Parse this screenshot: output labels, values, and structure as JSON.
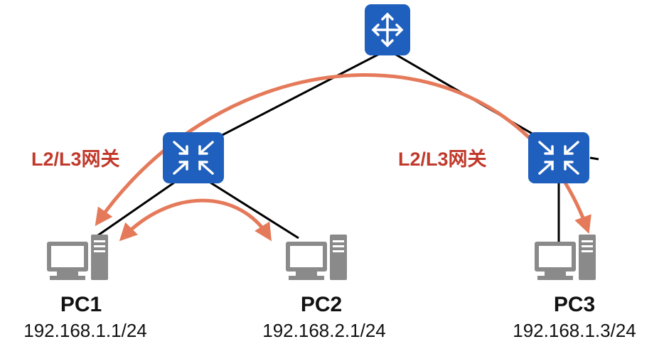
{
  "colors": {
    "device_blue": "#1f5fbd",
    "link_black": "#000000",
    "traffic_arrow": "#e57a5a",
    "gateway_label": "#c0392b",
    "pc_gray": "#8a8a8a"
  },
  "devices": {
    "router": {
      "icon": "router-icon"
    },
    "switch_left": {
      "icon": "l3-switch-icon",
      "label": "L2/L3网关"
    },
    "switch_right": {
      "icon": "l3-switch-icon",
      "label": "L2/L3网关"
    }
  },
  "hosts": [
    {
      "name": "PC1",
      "ip": "192.168.1.1/24",
      "icon": "pc-icon"
    },
    {
      "name": "PC2",
      "ip": "192.168.2.1/24",
      "icon": "pc-icon"
    },
    {
      "name": "PC3",
      "ip": "192.168.1.3/24",
      "icon": "pc-icon"
    }
  ],
  "links": [
    [
      "router",
      "switch_left"
    ],
    [
      "router",
      "switch_right"
    ],
    [
      "switch_left",
      "PC1"
    ],
    [
      "switch_left",
      "PC2"
    ],
    [
      "switch_right",
      "PC3"
    ]
  ],
  "traffic_paths": [
    {
      "from": "PC1",
      "to": "PC2",
      "bidirectional": true
    },
    {
      "from": "PC3",
      "to": "PC1",
      "via": "router"
    }
  ]
}
